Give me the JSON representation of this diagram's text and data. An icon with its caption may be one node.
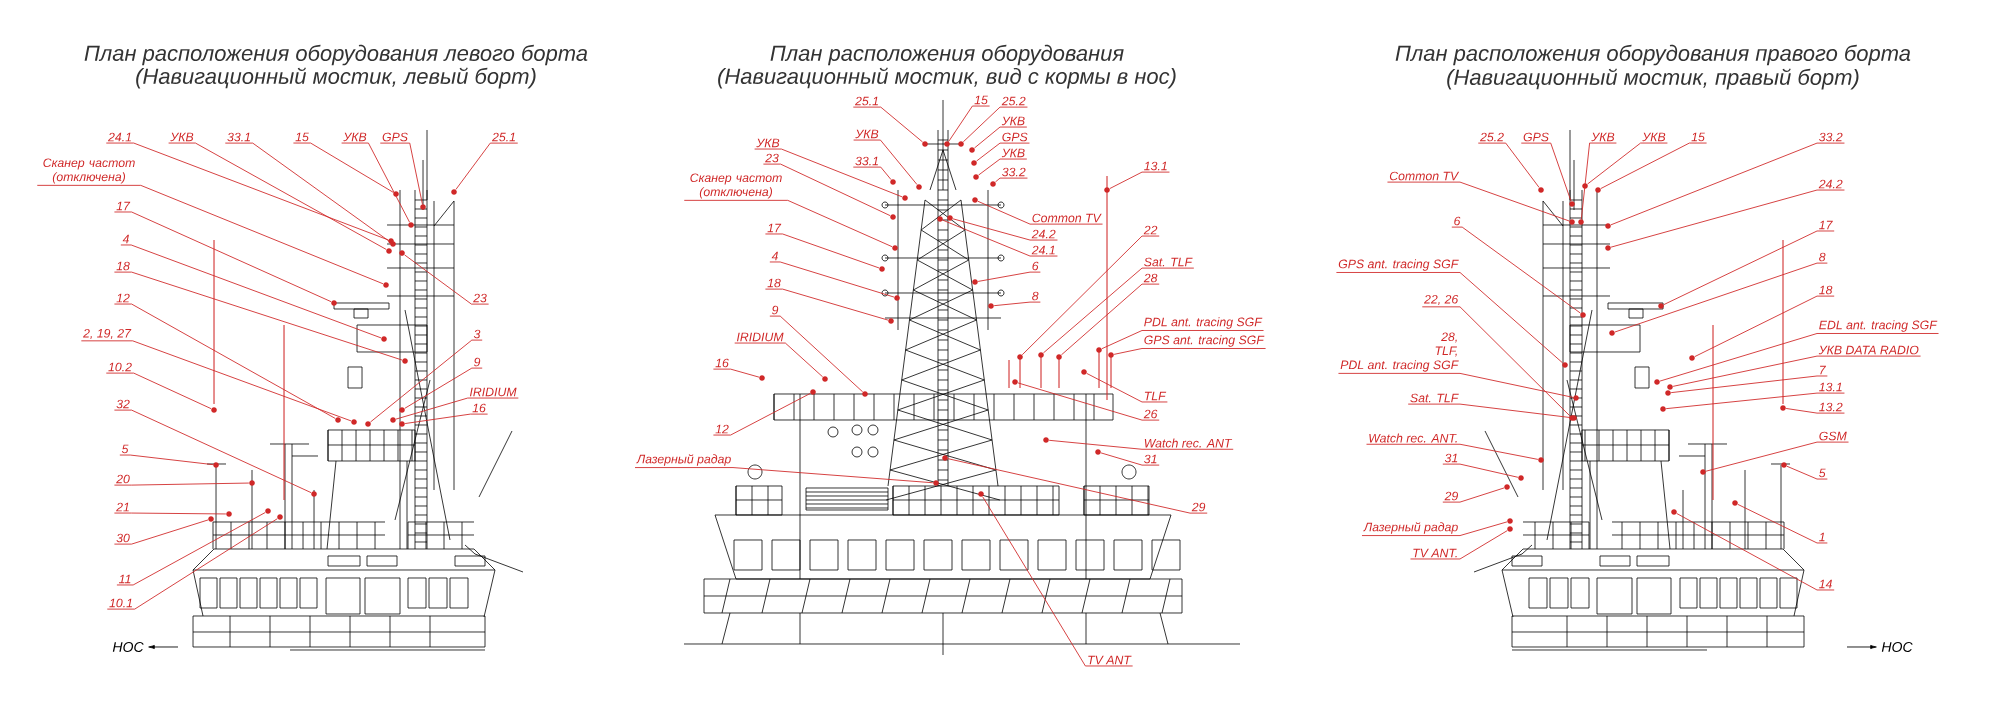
{
  "diagram": {
    "nodes": [
      {
        "text": [
          "24.1"
        ]
      },
      {
        "text": [
          "УКВ"
        ]
      },
      {
        "text": [
          "33.1"
        ]
      },
      {
        "text": [
          "15"
        ]
      },
      {
        "text": [
          "УКВ"
        ]
      },
      {
        "text": [
          "GPS"
        ]
      },
      {
        "text": [
          "25.1"
        ]
      },
      {
        "text": [
          "Сканер частот (отключена)"
        ]
      },
      {
        "text": [
          "17"
        ]
      },
      {
        "text": [
          "4"
        ]
      },
      {
        "text": [
          "18"
        ]
      },
      {
        "text": [
          "12"
        ]
      },
      {
        "text": [
          "2, 19, 27"
        ]
      },
      {
        "text": [
          "23"
        ]
      },
      {
        "text": [
          "3"
        ]
      },
      {
        "text": [
          "9"
        ]
      },
      {
        "text": [
          "IRIDIUM"
        ]
      },
      {
        "text": [
          "16"
        ]
      },
      {
        "text": [
          "10.2"
        ]
      },
      {
        "text": [
          "32"
        ]
      },
      {
        "text": [
          "5"
        ]
      },
      {
        "text": [
          "20"
        ]
      },
      {
        "text": [
          "21"
        ]
      },
      {
        "text": [
          "30"
        ]
      },
      {
        "text": [
          "11"
        ]
      },
      {
        "text": [
          "10.1"
        ]
      },
      {
        "text": [
          "25.1"
        ]
      },
      {
        "text": [
          "15"
        ]
      },
      {
        "text": [
          "25.2"
        ]
      },
      {
        "text": [
          "УКВ"
        ]
      },
      {
        "text": [
          "УКВ"
        ]
      },
      {
        "text": [
          "GPS"
        ]
      },
      {
        "text": [
          "УКВ"
        ]
      },
      {
        "text": [
          "УКВ"
        ]
      },
      {
        "text": [
          "33.1"
        ]
      },
      {
        "text": [
          "33.2"
        ]
      },
      {
        "text": [
          "23"
        ]
      },
      {
        "text": [
          "13.1"
        ]
      },
      {
        "text": [
          "Сканер частот (отключена)"
        ]
      },
      {
        "text": [
          "Common TV"
        ]
      },
      {
        "text": [
          "17"
        ]
      },
      {
        "text": [
          "22"
        ]
      },
      {
        "text": [
          "24.2"
        ]
      },
      {
        "text": [
          "24.1"
        ]
      },
      {
        "text": [
          "4"
        ]
      },
      {
        "text": [
          "Sat. TLF"
        ]
      },
      {
        "text": [
          "6"
        ]
      },
      {
        "text": [
          "28"
        ]
      },
      {
        "text": [
          "18"
        ]
      },
      {
        "text": [
          "8"
        ]
      },
      {
        "text": [
          "9"
        ]
      },
      {
        "text": [
          "PDL ant. tracing SGF"
        ]
      },
      {
        "text": [
          "IRIDIUM"
        ]
      },
      {
        "text": [
          "GPS ant. tracing SGF"
        ]
      },
      {
        "text": [
          "16"
        ]
      },
      {
        "text": [
          "TLF"
        ]
      },
      {
        "text": [
          "26"
        ]
      },
      {
        "text": [
          "12"
        ]
      },
      {
        "text": [
          "Watch rec. ANT"
        ]
      },
      {
        "text": [
          "31"
        ]
      },
      {
        "text": [
          "Лазерный радар"
        ]
      },
      {
        "text": [
          "29"
        ]
      },
      {
        "text": [
          "TV ANT"
        ]
      },
      {
        "text": [
          "25.2"
        ]
      },
      {
        "text": [
          "GPS"
        ]
      },
      {
        "text": [
          "УКВ"
        ]
      },
      {
        "text": [
          "УКВ"
        ]
      },
      {
        "text": [
          "15"
        ]
      },
      {
        "text": [
          "33.2"
        ]
      },
      {
        "text": [
          "Common TV"
        ]
      },
      {
        "text": [
          "24.2"
        ]
      },
      {
        "text": [
          "6"
        ]
      },
      {
        "text": [
          "17"
        ]
      },
      {
        "text": [
          "8"
        ]
      },
      {
        "text": [
          "GPS ant. tracing SGF"
        ]
      },
      {
        "text": [
          "18"
        ]
      },
      {
        "text": [
          "22, 26"
        ]
      },
      {
        "text": [
          "EDL ant. tracing SGF"
        ]
      },
      {
        "text": [
          "28,",
          "TLF,",
          "PDL ant. tracing SGF"
        ]
      },
      {
        "text": [
          "УКВ DATA RADIO"
        ]
      },
      {
        "text": [
          "7"
        ]
      },
      {
        "text": [
          "13.1"
        ]
      },
      {
        "text": [
          "Sat. TLF"
        ]
      },
      {
        "text": [
          "13.2"
        ]
      },
      {
        "text": [
          "GSM"
        ]
      },
      {
        "text": [
          "Watch rec. ANT."
        ]
      },
      {
        "text": [
          "31"
        ]
      },
      {
        "text": [
          "5"
        ]
      },
      {
        "text": [
          "29"
        ]
      },
      {
        "text": [
          "Лазерный радар"
        ]
      },
      {
        "text": [
          "1"
        ]
      },
      {
        "text": [
          "TV ANT."
        ]
      },
      {
        "text": [
          "14"
        ]
      },
      {
        "text": [],
        "shape": "circle"
      },
      {
        "text": [],
        "shape": "circle"
      },
      {
        "text": [],
        "shape": "circle"
      },
      {
        "text": [],
        "shape": "circle"
      },
      {
        "text": [],
        "shape": "circle"
      },
      {
        "text": [],
        "shape": "circle"
      },
      {
        "text": [],
        "shape": "circle"
      },
      {
        "text": [],
        "shape": "circle"
      },
      {
        "text": [],
        "shape": "circle"
      },
      {
        "text": [],
        "shape": "circle"
      },
      {
        "text": [],
        "shape": "circle"
      },
      {
        "text": [],
        "shape": "circle"
      },
      {
        "text": [],
        "shape": "circle"
      },
      {
        "text": [],
        "shape": "circle"
      },
      {
        "text": [],
        "shape": "circle"
      },
      {
        "text": [],
        "shape": "circle"
      },
      {
        "text": [],
        "shape": "circle"
      },
      {
        "text": [],
        "shape": "circle"
      },
      {
        "text": [],
        "shape": "circle"
      },
      {
        "text": [],
        "shape": "circle"
      },
      {
        "text": [],
        "shape": "circle"
      },
      {
        "text": [],
        "shape": "circle"
      },
      {
        "text": [],
        "shape": "circle"
      },
      {
        "text": [],
        "shape": "circle"
      },
      {
        "text": [],
        "shape": "circle"
      },
      {
        "text": [],
        "shape": "circle"
      },
      {
        "text": [],
        "shape": "circle"
      },
      {
        "text": [],
        "shape": "circle"
      },
      {
        "text": [],
        "shape": "circle"
      },
      {
        "text": [],
        "shape": "circle"
      },
      {
        "text": [],
        "shape": "circle"
      },
      {
        "text": [],
        "shape": "circle"
      },
      {
        "text": [],
        "shape": "circle"
      },
      {
        "text": [],
        "shape": "circle"
      },
      {
        "text": [],
        "shape": "circle"
      },
      {
        "text": [],
        "shape": "circle"
      },
      {
        "text": [],
        "shape": "circle"
      },
      {
        "text": [],
        "shape": "circle"
      },
      {
        "text": [],
        "shape": "circle"
      },
      {
        "text": [],
        "shape": "circle"
      },
      {
        "text": [],
        "shape": "circle"
      },
      {
        "text": [],
        "shape": "circle"
      },
      {
        "text": [],
        "shape": "circle"
      },
      {
        "text": [],
        "shape": "circle"
      },
      {
        "text": [],
        "shape": "circle"
      },
      {
        "text": [],
        "shape": "circle"
      },
      {
        "text": [],
        "shape": "circle"
      },
      {
        "text": [],
        "shape": "circle"
      },
      {
        "text": [],
        "shape": "circle"
      },
      {
        "text": [],
        "shape": "circle"
      },
      {
        "text": [],
        "shape": "circle"
      },
      {
        "text": [],
        "shape": "circle"
      },
      {
        "text": [],
        "shape": "circle"
      },
      {
        "text": [],
        "shape": "circle"
      },
      {
        "text": [],
        "shape": "circle"
      },
      {
        "text": [],
        "shape": "circle"
      },
      {
        "text": [],
        "shape": "circle"
      },
      {
        "text": [],
        "shape": "circle"
      },
      {
        "text": [],
        "shape": "circle"
      },
      {
        "text": [],
        "shape": "circle"
      },
      {
        "text": [],
        "shape": "circle"
      },
      {
        "text": [],
        "shape": "circle"
      },
      {
        "text": [],
        "shape": "circle"
      },
      {
        "text": [],
        "shape": "circle"
      },
      {
        "text": [],
        "shape": "circle"
      },
      {
        "text": [],
        "shape": "circle"
      },
      {
        "text": [],
        "shape": "circle"
      },
      {
        "text": [],
        "shape": "circle"
      },
      {
        "text": [],
        "shape": "circle"
      },
      {
        "text": [],
        "shape": "circle"
      },
      {
        "text": [],
        "shape": "circle"
      },
      {
        "text": [],
        "shape": "circle"
      },
      {
        "text": [],
        "shape": "circle"
      },
      {
        "text": [],
        "shape": "circle"
      },
      {
        "text": [],
        "shape": "circle"
      },
      {
        "text": [],
        "shape": "circle"
      },
      {
        "text": [],
        "shape": "circle"
      },
      {
        "text": [],
        "shape": "circle"
      },
      {
        "text": [],
        "shape": "circle"
      },
      {
        "text": [],
        "shape": "circle"
      },
      {
        "text": [],
        "shape": "circle"
      },
      {
        "text": [],
        "shape": "circle"
      },
      {
        "text": [],
        "shape": "circle"
      },
      {
        "text": [],
        "shape": "circle"
      },
      {
        "text": [],
        "shape": "circle"
      },
      {
        "text": [],
        "shape": "circle"
      },
      {
        "text": [],
        "shape": "circle"
      },
      {
        "text": [],
        "shape": "circle"
      },
      {
        "text": [],
        "shape": "circle"
      },
      {
        "text": [],
        "shape": "circle"
      },
      {
        "text": [],
        "shape": "circle"
      },
      {
        "text": [],
        "shape": "circle"
      },
      {
        "text": [],
        "shape": "circle"
      }
    ],
    "edges": [
      {
        "from": 0,
        "to": 93,
        "arrow": "none"
      },
      {
        "from": 1,
        "to": 94,
        "arrow": "none"
      },
      {
        "from": 2,
        "to": 95,
        "arrow": "none"
      },
      {
        "from": 3,
        "to": 96,
        "arrow": "none"
      },
      {
        "from": 4,
        "to": 97,
        "arrow": "none"
      },
      {
        "from": 5,
        "to": 98,
        "arrow": "none"
      },
      {
        "from": 6,
        "to": 99,
        "arrow": "none"
      },
      {
        "from": 7,
        "to": 100,
        "arrow": "none"
      },
      {
        "from": 8,
        "to": 101,
        "arrow": "none"
      },
      {
        "from": 9,
        "to": 102,
        "arrow": "none"
      },
      {
        "from": 10,
        "to": 103,
        "arrow": "none"
      },
      {
        "from": 11,
        "to": 104,
        "arrow": "none"
      },
      {
        "from": 12,
        "to": 105,
        "arrow": "none"
      },
      {
        "from": 13,
        "to": 106,
        "arrow": "none"
      },
      {
        "from": 14,
        "to": 107,
        "arrow": "none"
      },
      {
        "from": 15,
        "to": 108,
        "arrow": "none"
      },
      {
        "from": 16,
        "to": 109,
        "arrow": "none"
      },
      {
        "from": 17,
        "to": 110,
        "arrow": "none"
      },
      {
        "from": 18,
        "to": 111,
        "arrow": "none"
      },
      {
        "from": 19,
        "to": 112,
        "arrow": "none"
      },
      {
        "from": 20,
        "to": 113,
        "arrow": "none"
      },
      {
        "from": 21,
        "to": 114,
        "arrow": "none"
      },
      {
        "from": 22,
        "to": 115,
        "arrow": "none"
      },
      {
        "from": 23,
        "to": 116,
        "arrow": "none"
      },
      {
        "from": 24,
        "to": 117,
        "arrow": "none"
      },
      {
        "from": 25,
        "to": 118,
        "arrow": "none"
      },
      {
        "from": 26,
        "to": 119,
        "arrow": "none"
      },
      {
        "from": 27,
        "to": 120,
        "arrow": "none"
      },
      {
        "from": 28,
        "to": 121,
        "arrow": "none"
      },
      {
        "from": 29,
        "to": 122,
        "arrow": "none"
      },
      {
        "from": 30,
        "to": 123,
        "arrow": "none"
      },
      {
        "from": 31,
        "to": 124,
        "arrow": "none"
      },
      {
        "from": 32,
        "to": 125,
        "arrow": "none"
      },
      {
        "from": 33,
        "to": 126,
        "arrow": "none"
      },
      {
        "from": 34,
        "to": 127,
        "arrow": "none"
      },
      {
        "from": 35,
        "to": 128,
        "arrow": "none"
      },
      {
        "from": 36,
        "to": 129,
        "arrow": "none"
      },
      {
        "from": 37,
        "to": 130,
        "arrow": "none"
      },
      {
        "from": 38,
        "to": 131,
        "arrow": "none"
      },
      {
        "from": 39,
        "to": 132,
        "arrow": "none"
      },
      {
        "from": 40,
        "to": 133,
        "arrow": "none"
      },
      {
        "from": 41,
        "to": 134,
        "arrow": "none"
      },
      {
        "from": 42,
        "to": 135,
        "arrow": "none"
      },
      {
        "from": 43,
        "to": 136,
        "arrow": "none"
      },
      {
        "from": 44,
        "to": 137,
        "arrow": "none"
      },
      {
        "from": 45,
        "to": 138,
        "arrow": "none"
      },
      {
        "from": 46,
        "to": 139,
        "arrow": "none"
      },
      {
        "from": 47,
        "to": 140,
        "arrow": "none"
      },
      {
        "from": 48,
        "to": 141,
        "arrow": "none"
      },
      {
        "from": 49,
        "to": 142,
        "arrow": "none"
      },
      {
        "from": 50,
        "to": 143,
        "arrow": "none"
      },
      {
        "from": 51,
        "to": 144,
        "arrow": "none"
      },
      {
        "from": 52,
        "to": 145,
        "arrow": "none"
      },
      {
        "from": 53,
        "to": 146,
        "arrow": "none"
      },
      {
        "from": 54,
        "to": 147,
        "arrow": "none"
      },
      {
        "from": 55,
        "to": 148,
        "arrow": "none"
      },
      {
        "from": 56,
        "to": 149,
        "arrow": "none"
      },
      {
        "from": 57,
        "to": 150,
        "arrow": "none"
      },
      {
        "from": 58,
        "to": 151,
        "arrow": "none"
      },
      {
        "from": 59,
        "to": 152,
        "arrow": "none"
      },
      {
        "from": 60,
        "to": 153,
        "arrow": "none"
      },
      {
        "from": 61,
        "to": 154,
        "arrow": "none"
      },
      {
        "from": 62,
        "to": 155,
        "arrow": "none"
      },
      {
        "from": 63,
        "to": 156,
        "arrow": "none"
      },
      {
        "from": 64,
        "to": 157,
        "arrow": "none"
      },
      {
        "from": 65,
        "to": 158,
        "arrow": "none"
      },
      {
        "from": 66,
        "to": 159,
        "arrow": "none"
      },
      {
        "from": 67,
        "to": 160,
        "arrow": "none"
      },
      {
        "from": 68,
        "to": 161,
        "arrow": "none"
      },
      {
        "from": 69,
        "to": 162,
        "arrow": "none"
      },
      {
        "from": 70,
        "to": 163,
        "arrow": "none"
      },
      {
        "from": 71,
        "to": 164,
        "arrow": "none"
      },
      {
        "from": 72,
        "to": 165,
        "arrow": "none"
      },
      {
        "from": 73,
        "to": 166,
        "arrow": "none"
      },
      {
        "from": 74,
        "to": 167,
        "arrow": "none"
      },
      {
        "from": 75,
        "to": 168,
        "arrow": "none"
      },
      {
        "from": 76,
        "to": 169,
        "arrow": "none"
      },
      {
        "from": 77,
        "to": 170,
        "arrow": "none"
      },
      {
        "from": 78,
        "to": 171,
        "arrow": "none"
      },
      {
        "from": 79,
        "to": 172,
        "arrow": "none"
      },
      {
        "from": 80,
        "to": 173,
        "arrow": "none"
      },
      {
        "from": 81,
        "to": 174,
        "arrow": "none"
      },
      {
        "from": 82,
        "to": 175,
        "arrow": "none"
      },
      {
        "from": 83,
        "to": 176,
        "arrow": "none"
      },
      {
        "from": 84,
        "to": 177,
        "arrow": "none"
      },
      {
        "from": 85,
        "to": 178,
        "arrow": "none"
      },
      {
        "from": 86,
        "to": 179,
        "arrow": "none"
      },
      {
        "from": 87,
        "to": 180,
        "arrow": "none"
      },
      {
        "from": 88,
        "to": 181,
        "arrow": "none"
      },
      {
        "from": 89,
        "to": 182,
        "arrow": "none"
      },
      {
        "from": 90,
        "to": 183,
        "arrow": "none"
      },
      {
        "from": 91,
        "to": 184,
        "arrow": "none"
      },
      {
        "from": 92,
        "to": 185,
        "arrow": "none"
      }
    ],
    "labels": [
      "План расположения оборудования левого борта",
      "(Навигационный мостик, левый борт)",
      "План расположения оборудования",
      "(Навигационный мостик, вид с кормы в нос)",
      "План расположения оборудования правого борта",
      "(Навигационный мостик, правый борт)",
      "НОС",
      "НОС"
    ]
  }
}
